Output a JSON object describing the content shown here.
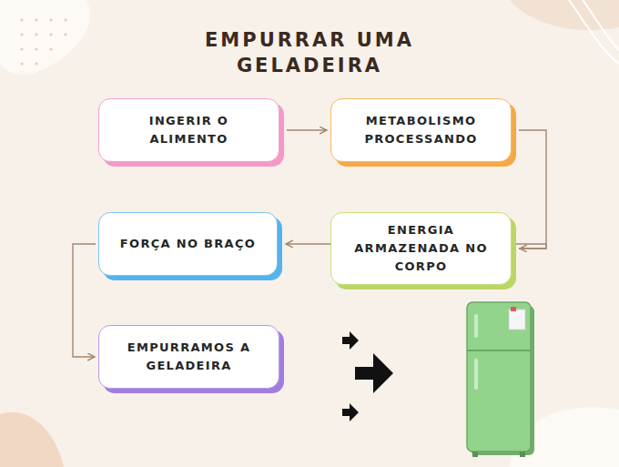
{
  "diagram": {
    "title": "EMPURRAR UMA GELADEIRA",
    "nodes": [
      {
        "text": [
          "INGERIR O ALIMENTO"
        ]
      },
      {
        "text": [
          "METABOLISMO PROCESSANDO"
        ]
      },
      {
        "text": [
          "ENERGIA ARMAZENADA NO CORPO"
        ]
      },
      {
        "text": [
          "FORÇA NO BRAÇO"
        ]
      },
      {
        "text": [
          "EMPURRAMOS A GELADEIRA"
        ]
      }
    ],
    "edges": [
      {
        "from": 0,
        "to": 1,
        "arrow": "to"
      },
      {
        "from": 1,
        "to": 2,
        "arrow": "to"
      },
      {
        "from": 2,
        "to": 3,
        "arrow": "to"
      },
      {
        "from": 3,
        "to": 4,
        "arrow": "to"
      }
    ]
  }
}
